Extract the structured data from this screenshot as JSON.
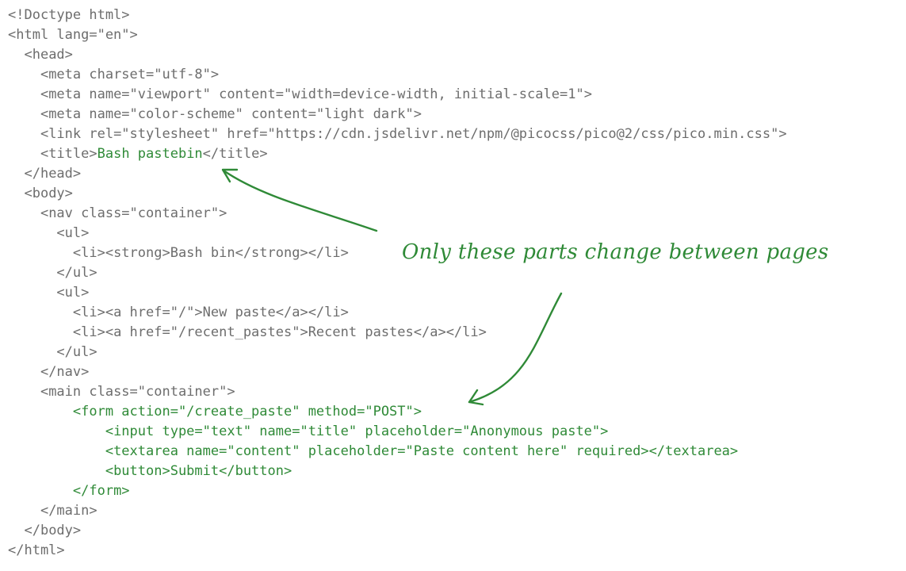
{
  "code_lines": [
    {
      "indent": "",
      "segments": [
        {
          "text": "<!Doctype html>",
          "highlight": false
        }
      ]
    },
    {
      "indent": "",
      "segments": [
        {
          "text": "<html lang=\"en\">",
          "highlight": false
        }
      ]
    },
    {
      "indent": "  ",
      "segments": [
        {
          "text": "<head>",
          "highlight": false
        }
      ]
    },
    {
      "indent": "    ",
      "segments": [
        {
          "text": "<meta charset=\"utf-8\">",
          "highlight": false
        }
      ]
    },
    {
      "indent": "    ",
      "segments": [
        {
          "text": "<meta name=\"viewport\" content=\"width=device-width, initial-scale=1\">",
          "highlight": false
        }
      ]
    },
    {
      "indent": "    ",
      "segments": [
        {
          "text": "<meta name=\"color-scheme\" content=\"light dark\">",
          "highlight": false
        }
      ]
    },
    {
      "indent": "    ",
      "segments": [
        {
          "text": "<link rel=\"stylesheet\" href=\"https://cdn.jsdelivr.net/npm/@picocss/pico@2/css/pico.min.css\">",
          "highlight": false
        }
      ]
    },
    {
      "indent": "    ",
      "segments": [
        {
          "text": "<title>",
          "highlight": false
        },
        {
          "text": "Bash pastebin",
          "highlight": true
        },
        {
          "text": "</title>",
          "highlight": false
        }
      ]
    },
    {
      "indent": "  ",
      "segments": [
        {
          "text": "</head>",
          "highlight": false
        }
      ]
    },
    {
      "indent": "  ",
      "segments": [
        {
          "text": "<body>",
          "highlight": false
        }
      ]
    },
    {
      "indent": "    ",
      "segments": [
        {
          "text": "<nav class=\"container\">",
          "highlight": false
        }
      ]
    },
    {
      "indent": "      ",
      "segments": [
        {
          "text": "<ul>",
          "highlight": false
        }
      ]
    },
    {
      "indent": "        ",
      "segments": [
        {
          "text": "<li><strong>Bash bin</strong></li>",
          "highlight": false
        }
      ]
    },
    {
      "indent": "      ",
      "segments": [
        {
          "text": "</ul>",
          "highlight": false
        }
      ]
    },
    {
      "indent": "      ",
      "segments": [
        {
          "text": "<ul>",
          "highlight": false
        }
      ]
    },
    {
      "indent": "        ",
      "segments": [
        {
          "text": "<li><a href=\"/\">New paste</a></li>",
          "highlight": false
        }
      ]
    },
    {
      "indent": "        ",
      "segments": [
        {
          "text": "<li><a href=\"/recent_pastes\">Recent pastes</a></li>",
          "highlight": false
        }
      ]
    },
    {
      "indent": "      ",
      "segments": [
        {
          "text": "</ul>",
          "highlight": false
        }
      ]
    },
    {
      "indent": "    ",
      "segments": [
        {
          "text": "</nav>",
          "highlight": false
        }
      ]
    },
    {
      "indent": "    ",
      "segments": [
        {
          "text": "<main class=\"container\">",
          "highlight": false
        }
      ]
    },
    {
      "indent": "        ",
      "segments": [
        {
          "text": "<form action=\"/create_paste\" method=\"POST\">",
          "highlight": true
        }
      ]
    },
    {
      "indent": "            ",
      "segments": [
        {
          "text": "<input type=\"text\" name=\"title\" placeholder=\"Anonymous paste\">",
          "highlight": true
        }
      ]
    },
    {
      "indent": "            ",
      "segments": [
        {
          "text": "<textarea name=\"content\" placeholder=\"Paste content here\" required></textarea>",
          "highlight": true
        }
      ]
    },
    {
      "indent": "            ",
      "segments": [
        {
          "text": "<button>Submit</button>",
          "highlight": true
        }
      ]
    },
    {
      "indent": "        ",
      "segments": [
        {
          "text": "</form>",
          "highlight": true
        }
      ]
    },
    {
      "indent": "    ",
      "segments": [
        {
          "text": "</main>",
          "highlight": false
        }
      ]
    },
    {
      "indent": "  ",
      "segments": [
        {
          "text": "</body>",
          "highlight": false
        }
      ]
    },
    {
      "indent": "",
      "segments": [
        {
          "text": "</html>",
          "highlight": false
        }
      ]
    }
  ],
  "annotation": {
    "text": "Only these parts change between pages"
  },
  "colors": {
    "code_text": "#6d6d6d",
    "highlight": "#2f8a37"
  }
}
